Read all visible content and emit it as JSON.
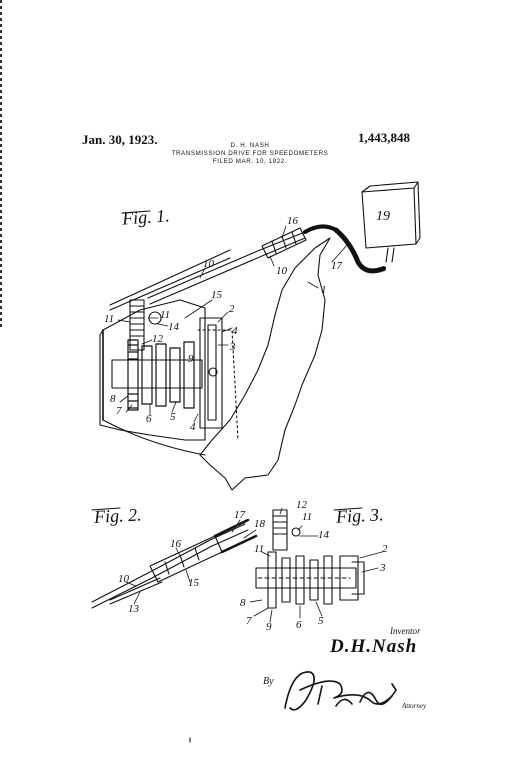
{
  "header": {
    "date": "Jan. 30, 1923.",
    "patent_number": "1,443,848",
    "inventor_line": "D. H. NASH",
    "title": "TRANSMISSION DRIVE FOR SPEEDOMETERS",
    "filed": "FILED MAR. 10, 1922."
  },
  "figures": {
    "fig1": {
      "label": "Fig. 1."
    },
    "fig2": {
      "label": "Fig. 2."
    },
    "fig3": {
      "label": "Fig. 3."
    }
  },
  "refs": {
    "fig1": [
      "19",
      "16",
      "10",
      "10",
      "17",
      "1",
      "15",
      "2",
      "11",
      "11",
      "14",
      "12",
      "4",
      "3",
      "8",
      "7",
      "6",
      "5",
      "4",
      "9"
    ],
    "fig2": [
      "17",
      "18",
      "16",
      "10",
      "15",
      "13"
    ],
    "fig3": [
      "12",
      "11",
      "14",
      "11",
      "2",
      "3",
      "8",
      "7",
      "9",
      "6",
      "5"
    ]
  },
  "footer": {
    "inventor_label": "Inventor",
    "inventor_name": "D.H.Nash",
    "by_label": "By",
    "attorney_label": "Attorney"
  }
}
